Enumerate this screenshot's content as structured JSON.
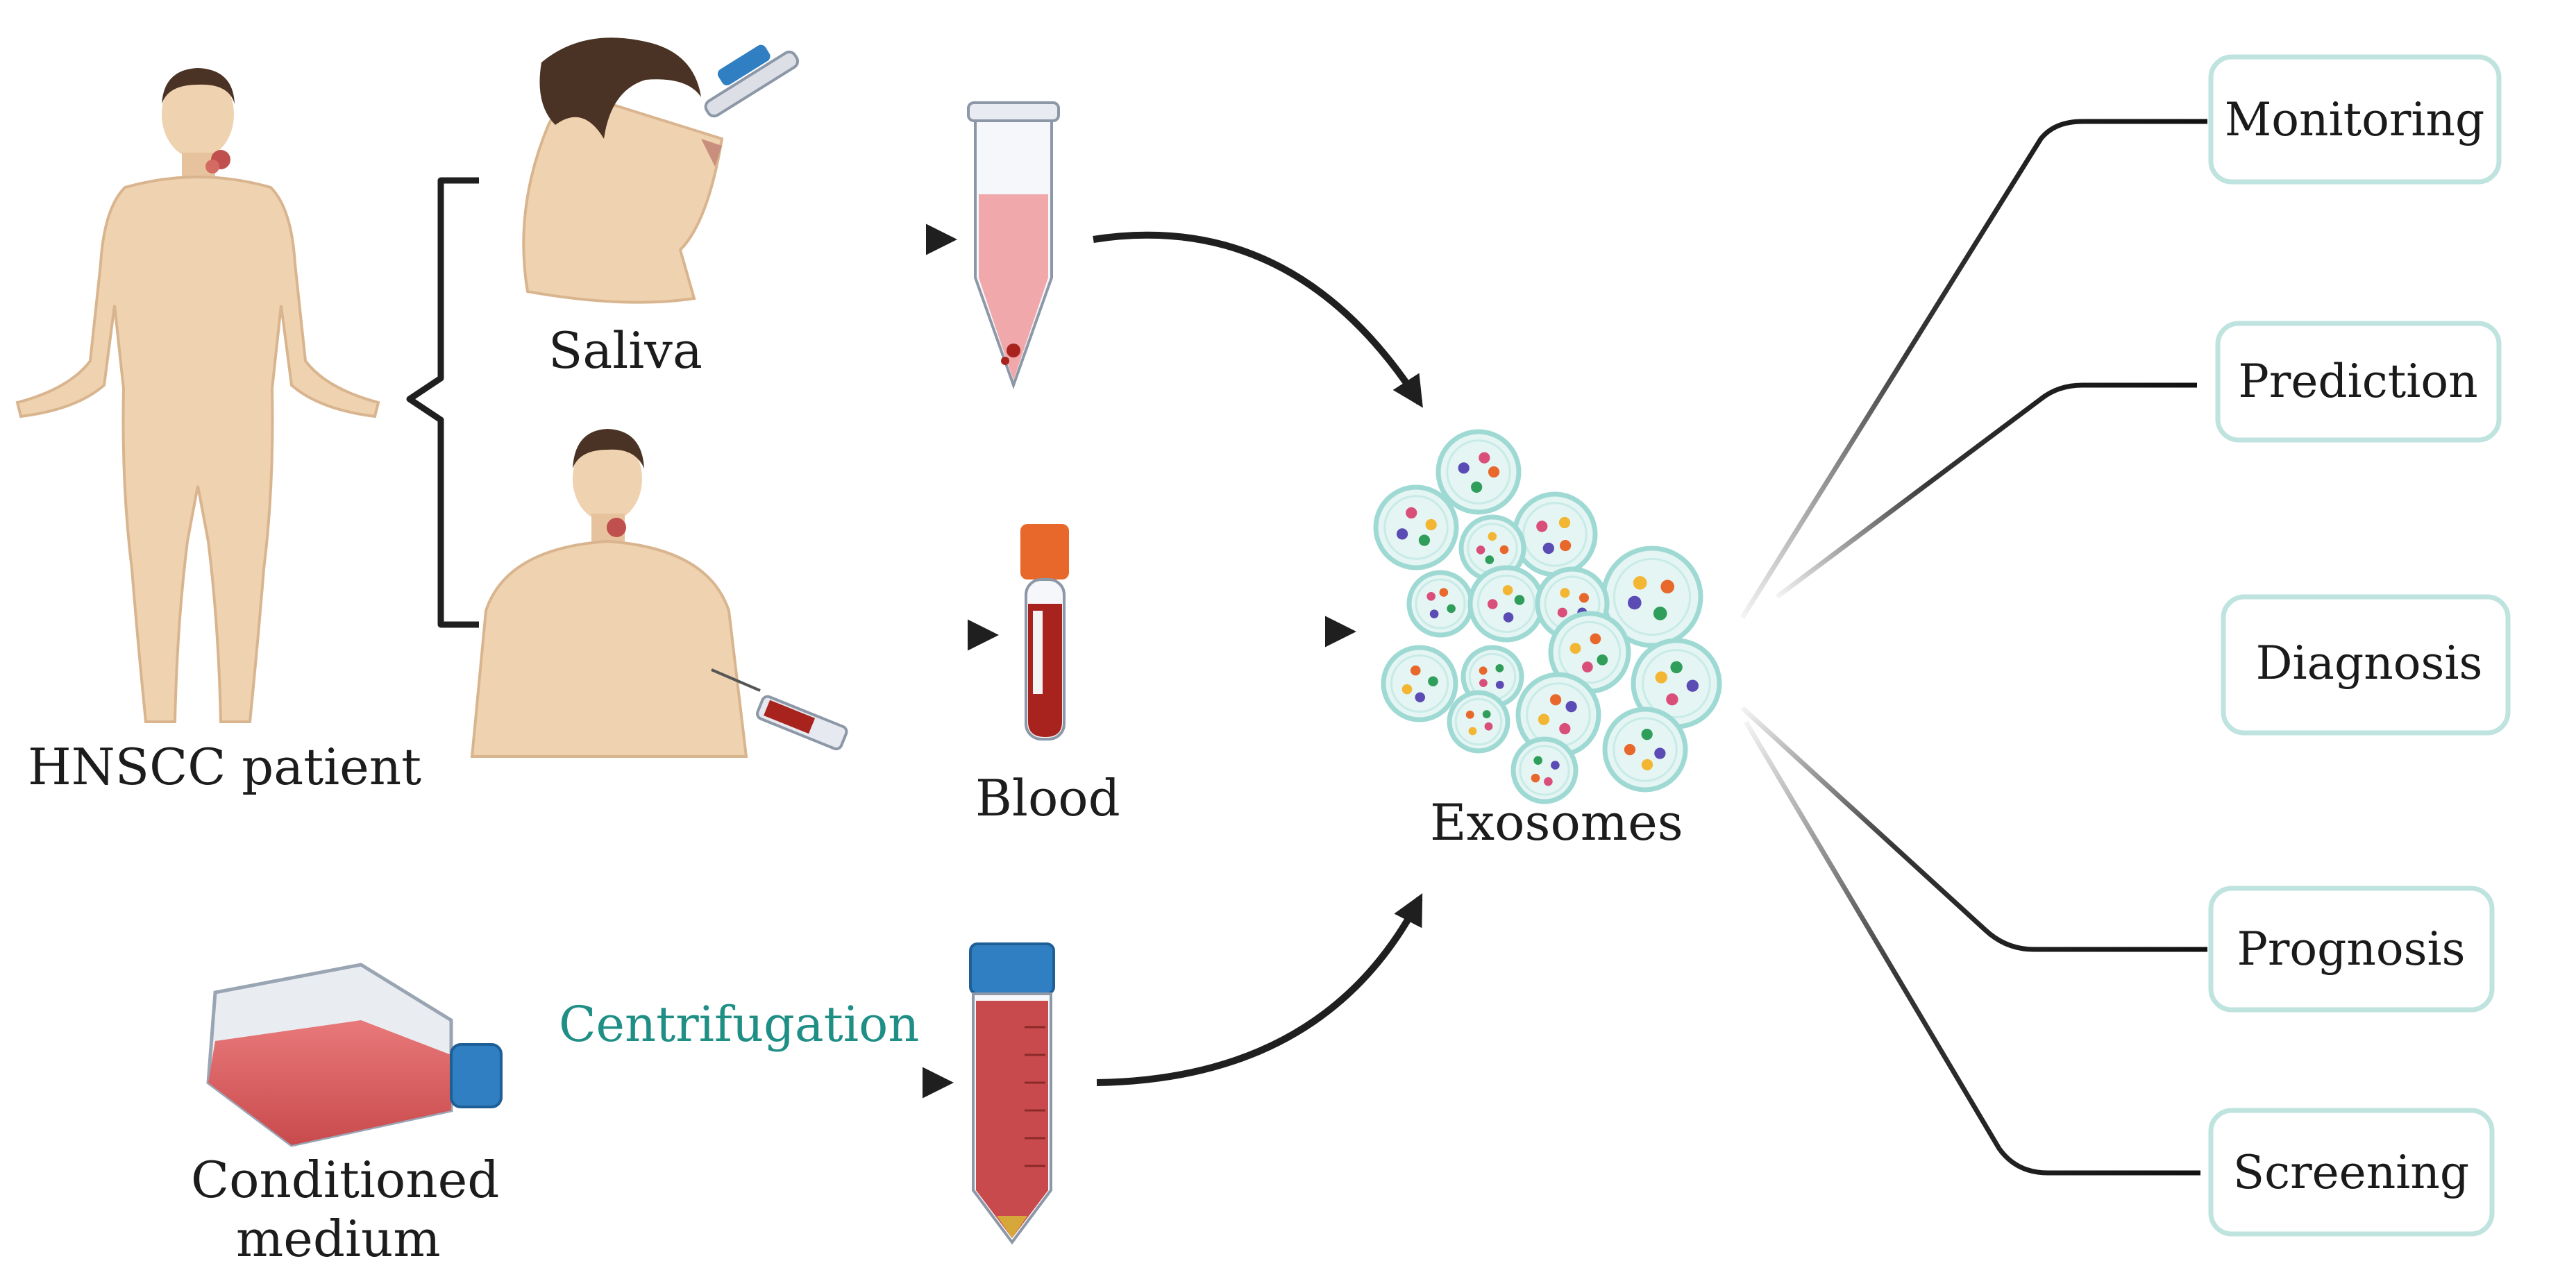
{
  "labels": {
    "patient": "HNSCC patient",
    "saliva": "Saliva",
    "blood": "Blood",
    "exosomes": "Exosomes",
    "centrifugation": "Centrifugation",
    "conditioned_line1": "Conditioned",
    "conditioned_line2": "medium"
  },
  "applications": [
    "Monitoring",
    "Prediction",
    "Diagnosis",
    "Prognosis",
    "Screening"
  ],
  "colors": {
    "skin": "#efd2b0",
    "skin_shadow": "#d9b58f",
    "hair": "#4a3324",
    "tumor": "#c0504d",
    "arrow": "#1f1f1f",
    "accent_teal": "#1f8f86",
    "box_border": "#bfe3de",
    "box_fill": "#ffffff",
    "tube_liquid": "#f0a8ab",
    "blood": "#a8231d",
    "cap_blue": "#2f7fc2",
    "cap_orange": "#e8672a",
    "vesicle_fill": "#e4f5f3",
    "vesicle_ring": "#9fd9d3"
  }
}
